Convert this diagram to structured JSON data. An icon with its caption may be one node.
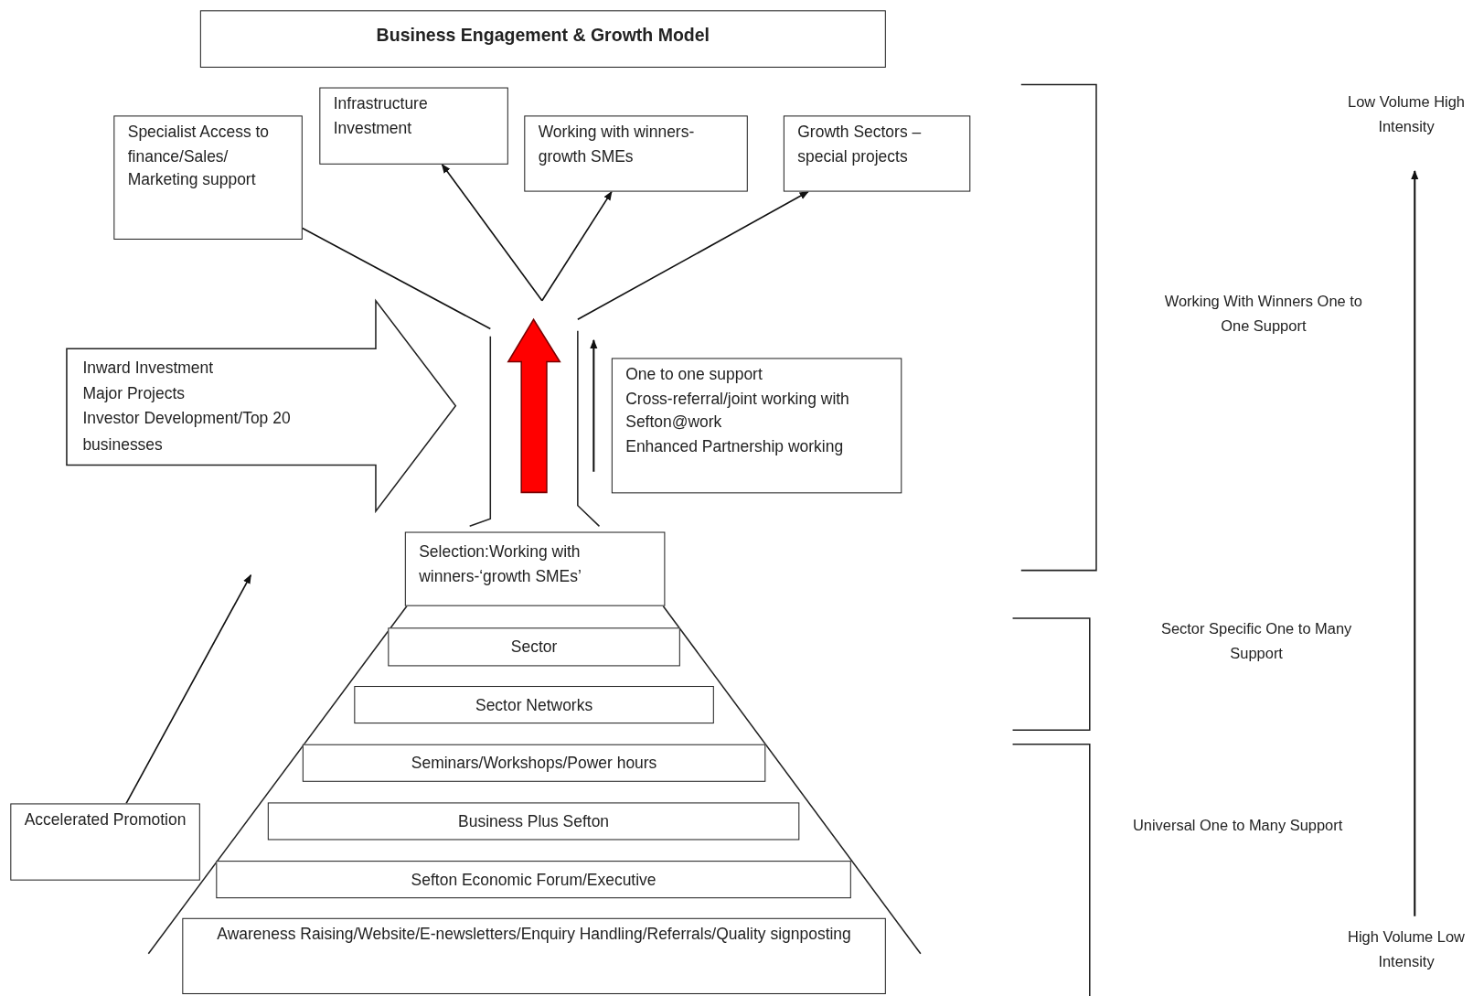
{
  "diagram": {
    "title": "Business Engagement & Growth Model",
    "nodes": [
      {
        "text": [
          "Specialist Access to finance/Sales/ Marketing support"
        ]
      },
      {
        "text": [
          "Infrastructure Investment"
        ]
      },
      {
        "text": [
          "Working with winners-growth SMEs"
        ]
      },
      {
        "text": [
          "Growth Sectors – special projects"
        ]
      },
      {
        "text": [
          "Inward Investment",
          "Major Projects",
          "Investor Development/Top 20 businesses"
        ]
      },
      {
        "text": [
          "One to one support",
          "Cross-referral/joint working with Sefton@work",
          "Enhanced Partnership working"
        ]
      },
      {
        "text": [
          "Selection:Working with winners-‘growth SMEs’"
        ]
      },
      {
        "text": [
          "Sector"
        ]
      },
      {
        "text": [
          "Sector Networks"
        ]
      },
      {
        "text": [
          "Seminars/Workshops/Power hours"
        ]
      },
      {
        "text": [
          "Business Plus Sefton"
        ]
      },
      {
        "text": [
          "Sefton Economic Forum/Executive"
        ]
      },
      {
        "text": [
          "Awareness Raising/Website/E-newsletters/Enquiry Handling/Referrals/Quality signposting"
        ]
      },
      {
        "text": [
          "Accelerated Promotion"
        ]
      }
    ],
    "edges": [
      {
        "from": null,
        "to": 0,
        "arrow": "none"
      },
      {
        "from": null,
        "to": 1,
        "arrow": "to"
      },
      {
        "from": null,
        "to": 2,
        "arrow": "to"
      },
      {
        "from": null,
        "to": 3,
        "arrow": "to"
      },
      {
        "from": 13,
        "to": null,
        "arrow": "to"
      }
    ],
    "labels": [
      "Low Volume High Intensity",
      "Working With Winners One to One Support",
      "Sector Specific One to Many Support",
      "Universal One to Many Support",
      "High Volume Low Intensity"
    ]
  }
}
